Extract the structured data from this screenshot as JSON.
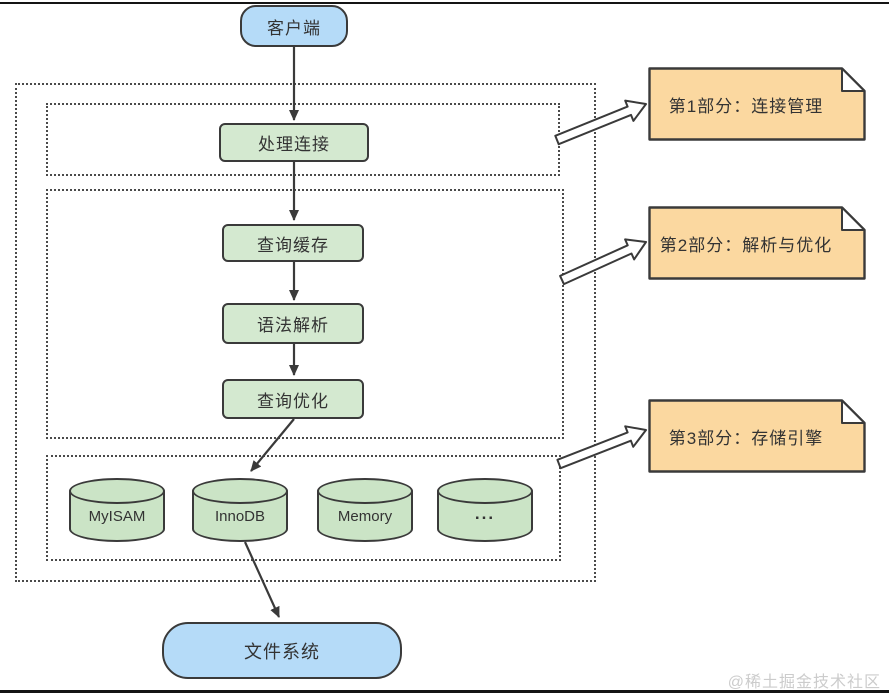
{
  "diagram": {
    "client_label": "客户端",
    "steps": {
      "handle_connection": "处理连接",
      "query_cache": "查询缓存",
      "syntax_parse": "语法解析",
      "query_optimize": "查询优化"
    },
    "engines": [
      {
        "label": "MyISAM"
      },
      {
        "label": "InnoDB"
      },
      {
        "label": "Memory"
      },
      {
        "label": "..."
      }
    ],
    "notes": [
      {
        "label": "第1部分：连接管理"
      },
      {
        "label": "第2部分：解析与优化"
      },
      {
        "label": "第3部分：存储引擎"
      }
    ],
    "filesystem_label": "文件系统",
    "watermark": "@稀土掘金技术社区",
    "colors": {
      "client_fill": "#b5dbf8",
      "process_fill": "#d4e9d0",
      "engine_fill": "#cbe4c6",
      "note_fill": "#fbd8a0",
      "line": "#3a3a3a",
      "watermark": "#cccccc"
    }
  }
}
